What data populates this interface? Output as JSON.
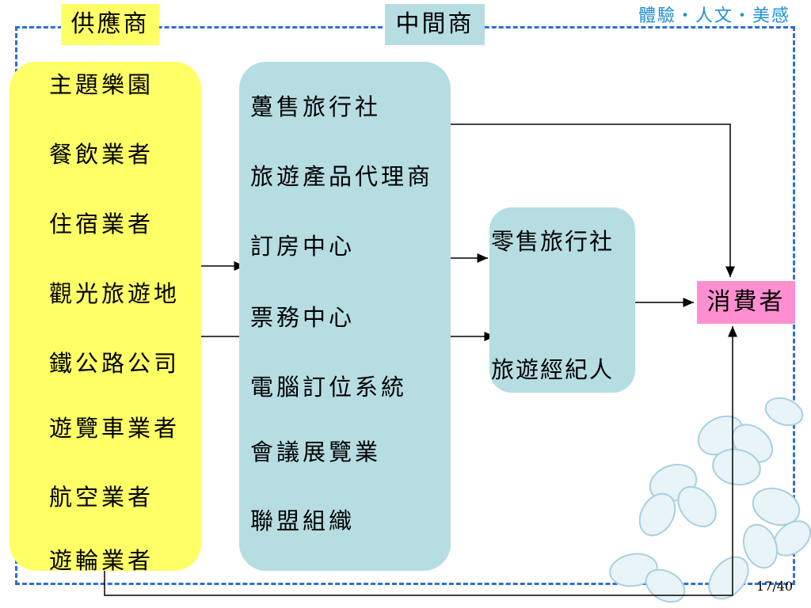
{
  "header": {
    "supplier_title": "供應商",
    "intermediary_title": "中間商",
    "tagline": "體驗・人文・美感"
  },
  "suppliers": [
    "主題樂園",
    "餐飲業者",
    "住宿業者",
    "觀光旅遊地",
    "鐵公路公司",
    "遊覽車業者",
    "航空業者",
    "遊輪業者"
  ],
  "intermediaries": [
    "躉售旅行社",
    "旅遊產品代理商",
    "訂房中心",
    "票務中心",
    "電腦訂位系統",
    "會議展覽業",
    "聯盟組織"
  ],
  "retail": [
    "零售旅行社",
    "旅遊經紀人"
  ],
  "consumer": "消費者",
  "page_number": "17/40",
  "colors": {
    "supplier": "#ffff66",
    "intermediary": "#b6dde2",
    "consumer": "#ff8fd1",
    "frame": "#2e6fd6",
    "tagline": "#1f8fd4"
  }
}
